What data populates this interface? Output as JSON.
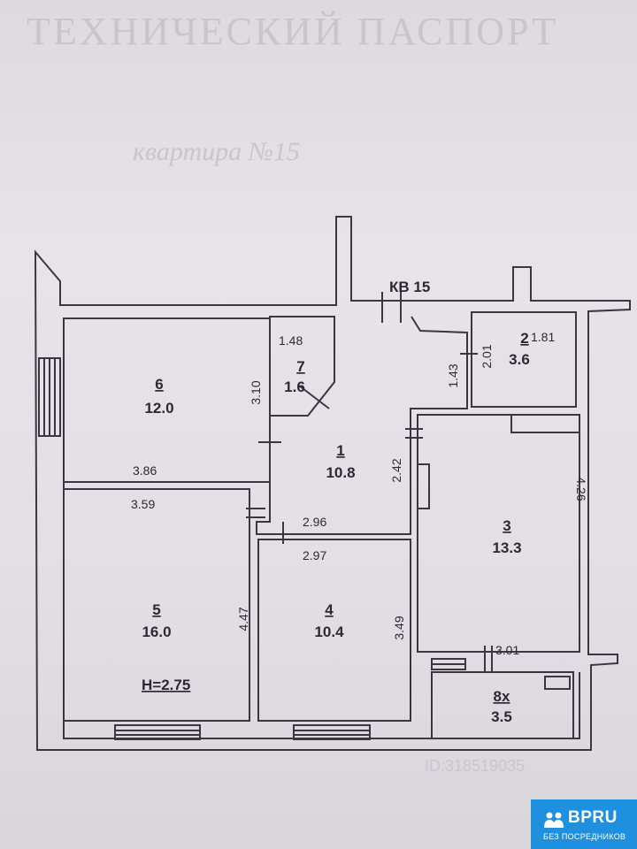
{
  "header": {
    "title_faded": "ТЕХНИЧЕСКИЙ ПАСПОРТ",
    "subtitle_faded": "квартира №15"
  },
  "apartment_label": "КВ 15",
  "ceiling_height": "Н=2.75",
  "rooms": [
    {
      "id": "1",
      "area": "10.8"
    },
    {
      "id": "2",
      "area": "3.6"
    },
    {
      "id": "3",
      "area": "13.3"
    },
    {
      "id": "4",
      "area": "10.4"
    },
    {
      "id": "5",
      "area": "16.0"
    },
    {
      "id": "6",
      "area": "12.0"
    },
    {
      "id": "7",
      "area": "1.6"
    },
    {
      "id": "8х",
      "area": "3.5"
    }
  ],
  "dimensions": {
    "d_1_48": "1.48",
    "d_3_10": "3.10",
    "d_1_43": "1.43",
    "d_2_01": "2.01",
    "d_1_81": "1.81",
    "d_3_86": "3.86",
    "d_3_59": "3.59",
    "d_2_42": "2.42",
    "d_4_26": "4.26",
    "d_2_96": "2.96",
    "d_2_97": "2.97",
    "d_4_47": "4.47",
    "d_3_49": "3.49",
    "d_3_01": "3.01"
  },
  "watermark": {
    "id_text": "ID:318519035"
  },
  "badge": {
    "title": "BPRU",
    "subtitle": "БЕЗ ПОСРЕДНИКОВ"
  }
}
